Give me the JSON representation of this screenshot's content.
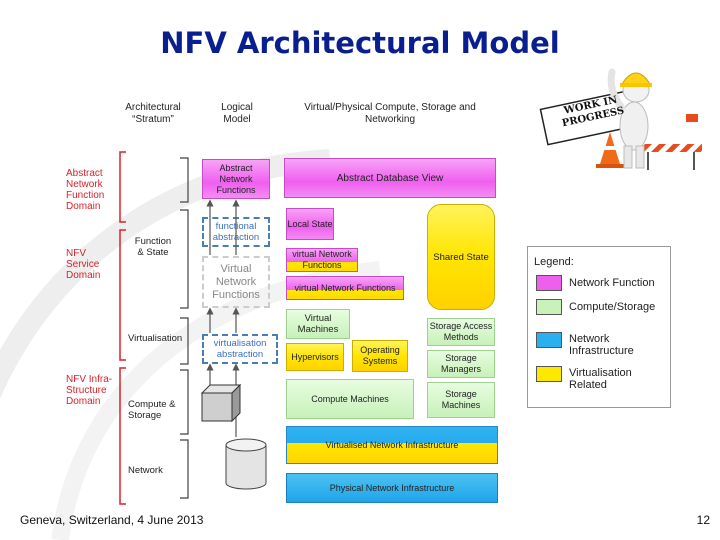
{
  "title": "NFV Architectural Model",
  "headers": {
    "stratum": "Architectural “Stratum”",
    "logical": "Logical Model",
    "virtual": "Virtual/Physical Compute, Storage and Networking"
  },
  "domains": {
    "anf": "Abstract Network Function Domain",
    "nfv_service": "NFV Service Domain",
    "nfv_infra": "NFV Infra-Structure Domain"
  },
  "strata": {
    "function_state": "Function & State",
    "virtualisation": "Virtualisation",
    "compute_storage": "Compute & Storage",
    "network": "Network"
  },
  "logical": {
    "anf": "Abstract Network Functions",
    "functional_abstraction": "functional abstraction",
    "virtual_nf": "Virtual Network Functions",
    "virt_abstraction": "virtualisation abstraction"
  },
  "boxes": {
    "abstract_db": "Abstract Database View",
    "local_state": "Local State",
    "shared_state": "Shared State",
    "vnf1": "virtual Network Functions",
    "vnf2": "virtual Network Functions",
    "virtual_machines": "Virtual Machines",
    "storage_access": "Storage Access Methods",
    "hypervisors": "Hypervisors",
    "operating_systems": "Operating Systems",
    "storage_managers": "Storage Managers",
    "compute_machines": "Compute Machines",
    "storage_machines": "Storage Machines",
    "vni": "Virtualised Network Infrastructure",
    "pni": "Physical Network Infrastructure"
  },
  "legend": {
    "title": "Legend:",
    "items": [
      {
        "label": "Network Function",
        "color": "#ee5fee"
      },
      {
        "label": "Compute/Storage",
        "color": "#c9f2bb"
      },
      {
        "label": "Network Infrastructure",
        "color": "#2ab0ee"
      },
      {
        "label": "Virtualisation Related",
        "color": "#ffe800"
      }
    ]
  },
  "wip": {
    "line1": "WORK IN",
    "line2": "PROGRESS"
  },
  "footer": {
    "left": "Geneva, Switzerland, 4 June 2013",
    "page": "12"
  }
}
